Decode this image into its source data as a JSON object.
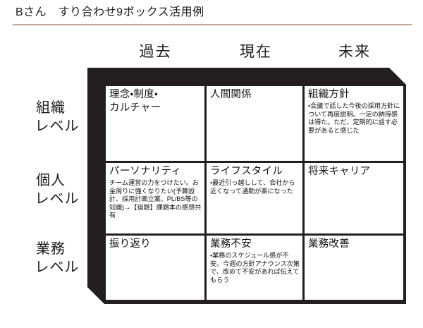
{
  "header": {
    "person": "Bさん",
    "title": "Bさん　すり合わせ9ボックス活用例",
    "rule_color": "#c0a995"
  },
  "matrix": {
    "column_headers": [
      "過去",
      "現在",
      "未来"
    ],
    "row_labels": [
      {
        "line1": "組織",
        "line2": "レベル"
      },
      {
        "line1": "個人",
        "line2": "レベル"
      },
      {
        "line1": "業務",
        "line2": "レベル"
      }
    ],
    "frame_color": "#231f20",
    "cell_background": "#ffffff",
    "cells": [
      {
        "row": "組織レベル",
        "column": "過去",
        "title": "理念・制度・\nカルチャー",
        "body": ""
      },
      {
        "row": "組織レベル",
        "column": "現在",
        "title": "人間関係",
        "body": ""
      },
      {
        "row": "組織レベル",
        "column": "未来",
        "title": "組織方針",
        "body": "・会議で話した今後の採用方針について再度説明。一定の納得感は得た。ただ、定期的に話す必要があると感じた"
      },
      {
        "row": "個人レベル",
        "column": "過去",
        "title": "パーソナリティ",
        "body": "チーム運営の力をつけたい。お金周りに強くなりたい(予算設計、採用計画立案、PL/BS等の知識)→【宿題】課題本の感想共有"
      },
      {
        "row": "個人レベル",
        "column": "現在",
        "title": "ライフスタイル",
        "body": "・最近引っ越しして、会社から近くなって通勤が楽になった"
      },
      {
        "row": "個人レベル",
        "column": "未来",
        "title": "将来キャリア",
        "body": ""
      },
      {
        "row": "業務レベル",
        "column": "過去",
        "title": "振り返り",
        "body": ""
      },
      {
        "row": "業務レベル",
        "column": "現在",
        "title": "業務不安",
        "body": "・業務のスケジュール感が不安。今週の方針アナウンス次第で、改めて不安があれば伝えてもらう"
      },
      {
        "row": "業務レベル",
        "column": "未来",
        "title": "業務改善",
        "body": ""
      }
    ]
  }
}
